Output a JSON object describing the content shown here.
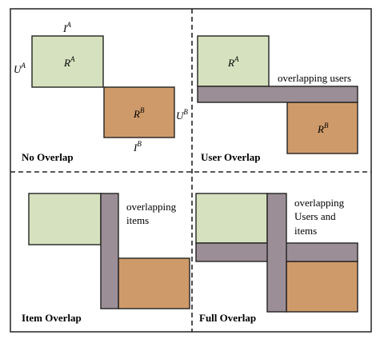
{
  "colors": {
    "domain_a": "#d6e2bf",
    "domain_b": "#cf9a6a",
    "overlap": "#9b8e96",
    "frame": "#222222"
  },
  "panels": {
    "no_overlap": {
      "title": "No Overlap",
      "label_ia": "I",
      "label_ia_sup": "A",
      "label_ua": "U",
      "label_ua_sup": "A",
      "label_ra": "R",
      "label_ra_sup": "A",
      "label_rb": "R",
      "label_rb_sup": "B",
      "label_ub": "U",
      "label_ub_sup": "B",
      "label_ib": "I",
      "label_ib_sup": "B"
    },
    "user_overlap": {
      "title": "User Overlap",
      "label_ra": "R",
      "label_ra_sup": "A",
      "label_rb": "R",
      "label_rb_sup": "B",
      "note": "overlapping users"
    },
    "item_overlap": {
      "title": "Item Overlap",
      "note_lines": [
        "overlapping",
        "items"
      ]
    },
    "full_overlap": {
      "title": "Full Overlap",
      "note_lines": [
        "overlapping",
        "Users and",
        "items"
      ]
    }
  }
}
